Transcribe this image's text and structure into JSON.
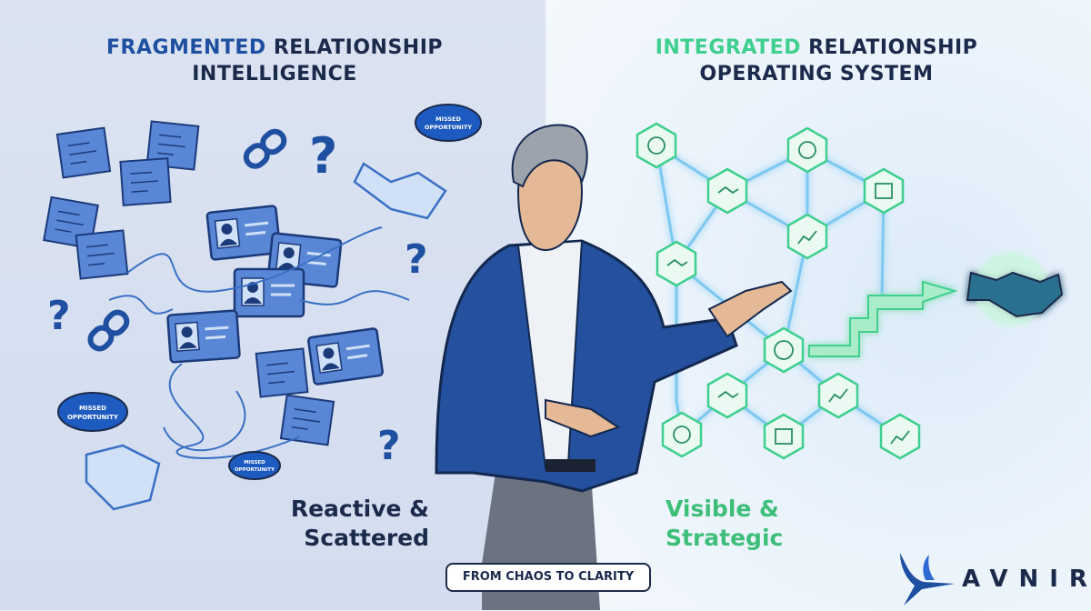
{
  "left_panel": {
    "title_accent": "FRAGMENTED",
    "title_rest_line1": " RELATIONSHIP",
    "title_line2": "INTELLIGENCE",
    "label_line1": "Reactive &",
    "label_line2": "Scattered",
    "clouds": [
      "MISSED OPPORTUNITY",
      "MISSED OPPORTUNITY",
      "MISSED OPPORTUNITY"
    ],
    "cloud_line1": "MISSED",
    "cloud_line2": "OPPORTUNITY"
  },
  "right_panel": {
    "title_accent": "INTEGRATED",
    "title_rest_line1": " RELATIONSHIP",
    "title_line2": "OPERATING SYSTEM",
    "label_line1": "Visible &",
    "label_line2": "Strategic",
    "node_icons": [
      "brain-icon",
      "handshake-icon",
      "brain-icon",
      "calendar-icon",
      "handshake-icon",
      "growth-chart-icon",
      "network-hub-icon",
      "handshake-icon",
      "growth-chart-icon",
      "brain-icon",
      "calendar-icon",
      "growth-chart-icon"
    ]
  },
  "footer": {
    "pill_label": "FROM CHAOS TO CLARITY"
  },
  "logo": {
    "text": "AVNIR"
  },
  "colors": {
    "navy": "#1b2a4a",
    "blue": "#1e4fa0",
    "green": "#3fcf8e",
    "left_bg": "#d7e0f0",
    "right_bg": "#eef4fb"
  }
}
